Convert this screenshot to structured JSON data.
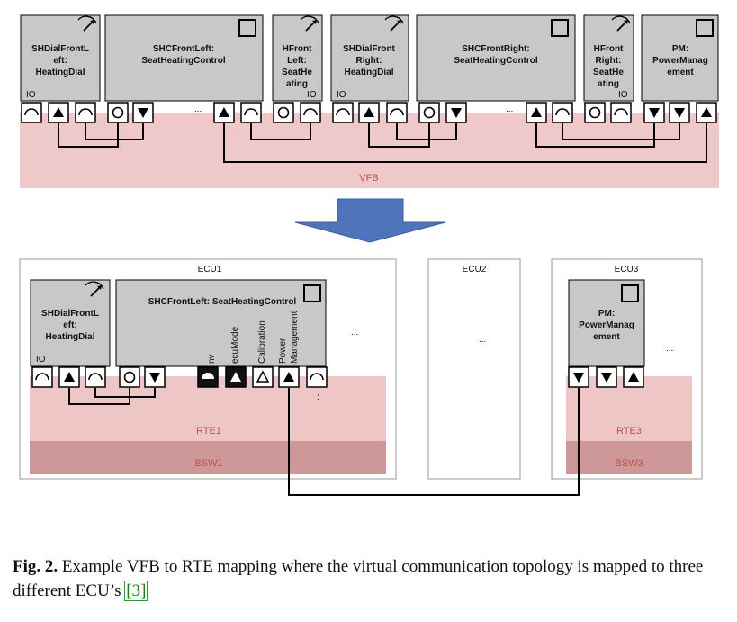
{
  "colors": {
    "component_fill": "#c8c8c8",
    "vfb_band": "#efc9c9",
    "rte_band": "#eec6c6",
    "bsw_band": "#cf9898",
    "arrow": "#4f74bc",
    "band_text": "#c0504d",
    "ecu_border": "#9a9a9a"
  },
  "vfb": {
    "band_label": "VFB",
    "components": [
      {
        "lines": [
          "SHDialFrontL",
          "eft:",
          "HeatingDial"
        ],
        "io": "IO",
        "icon": "dial-icon"
      },
      {
        "lines": [
          "SHCFrontLeft:",
          "SeatHeatingControl"
        ],
        "ellipsis": "...",
        "icon": "square-icon"
      },
      {
        "lines": [
          "HFront",
          "Left:",
          "SeatHe",
          "ating"
        ],
        "io": "IO",
        "icon": "dial-icon"
      },
      {
        "lines": [
          "SHDialFront",
          "Right:",
          "HeatingDial"
        ],
        "io": "IO",
        "icon": "dial-icon"
      },
      {
        "lines": [
          "SHCFrontRight:",
          "SeatHeatingControl"
        ],
        "ellipsis": "...",
        "icon": "square-icon"
      },
      {
        "lines": [
          "HFront",
          "Right:",
          "SeatHe",
          "ating"
        ],
        "io": "IO",
        "icon": "dial-icon"
      },
      {
        "lines": [
          "PM:",
          "PowerManag",
          "ement"
        ],
        "icon": "square-icon"
      }
    ]
  },
  "ecus": [
    {
      "title": "ECU1",
      "rte_label": "RTE1",
      "bsw_label": "BSW1"
    },
    {
      "title": "ECU2",
      "ellipsis": "..."
    },
    {
      "title": "ECU3",
      "rte_label": "RTE3",
      "bsw_label": "BSW3"
    }
  ],
  "ecu1": {
    "dial": {
      "lines": [
        "SHDialFrontL",
        "eft:",
        "HeatingDial"
      ],
      "io": "IO"
    },
    "control": {
      "title": "SHCFrontLeft:  SeatHeatingControl",
      "ports_vertical": [
        "nv",
        "ecuMode",
        "Calibration",
        "Power",
        "Management"
      ],
      "ellipsis": "...",
      "below_dots": ":"
    }
  },
  "ecu3": {
    "pm": {
      "lines": [
        "PM:",
        "PowerManag",
        "ement"
      ]
    },
    "ellipsis": "..."
  },
  "caption": {
    "label": "Fig. 2.",
    "text": "Example VFB to RTE mapping where the virtual communication topology is mapped to three different ECU’s",
    "ref": "[3]"
  }
}
